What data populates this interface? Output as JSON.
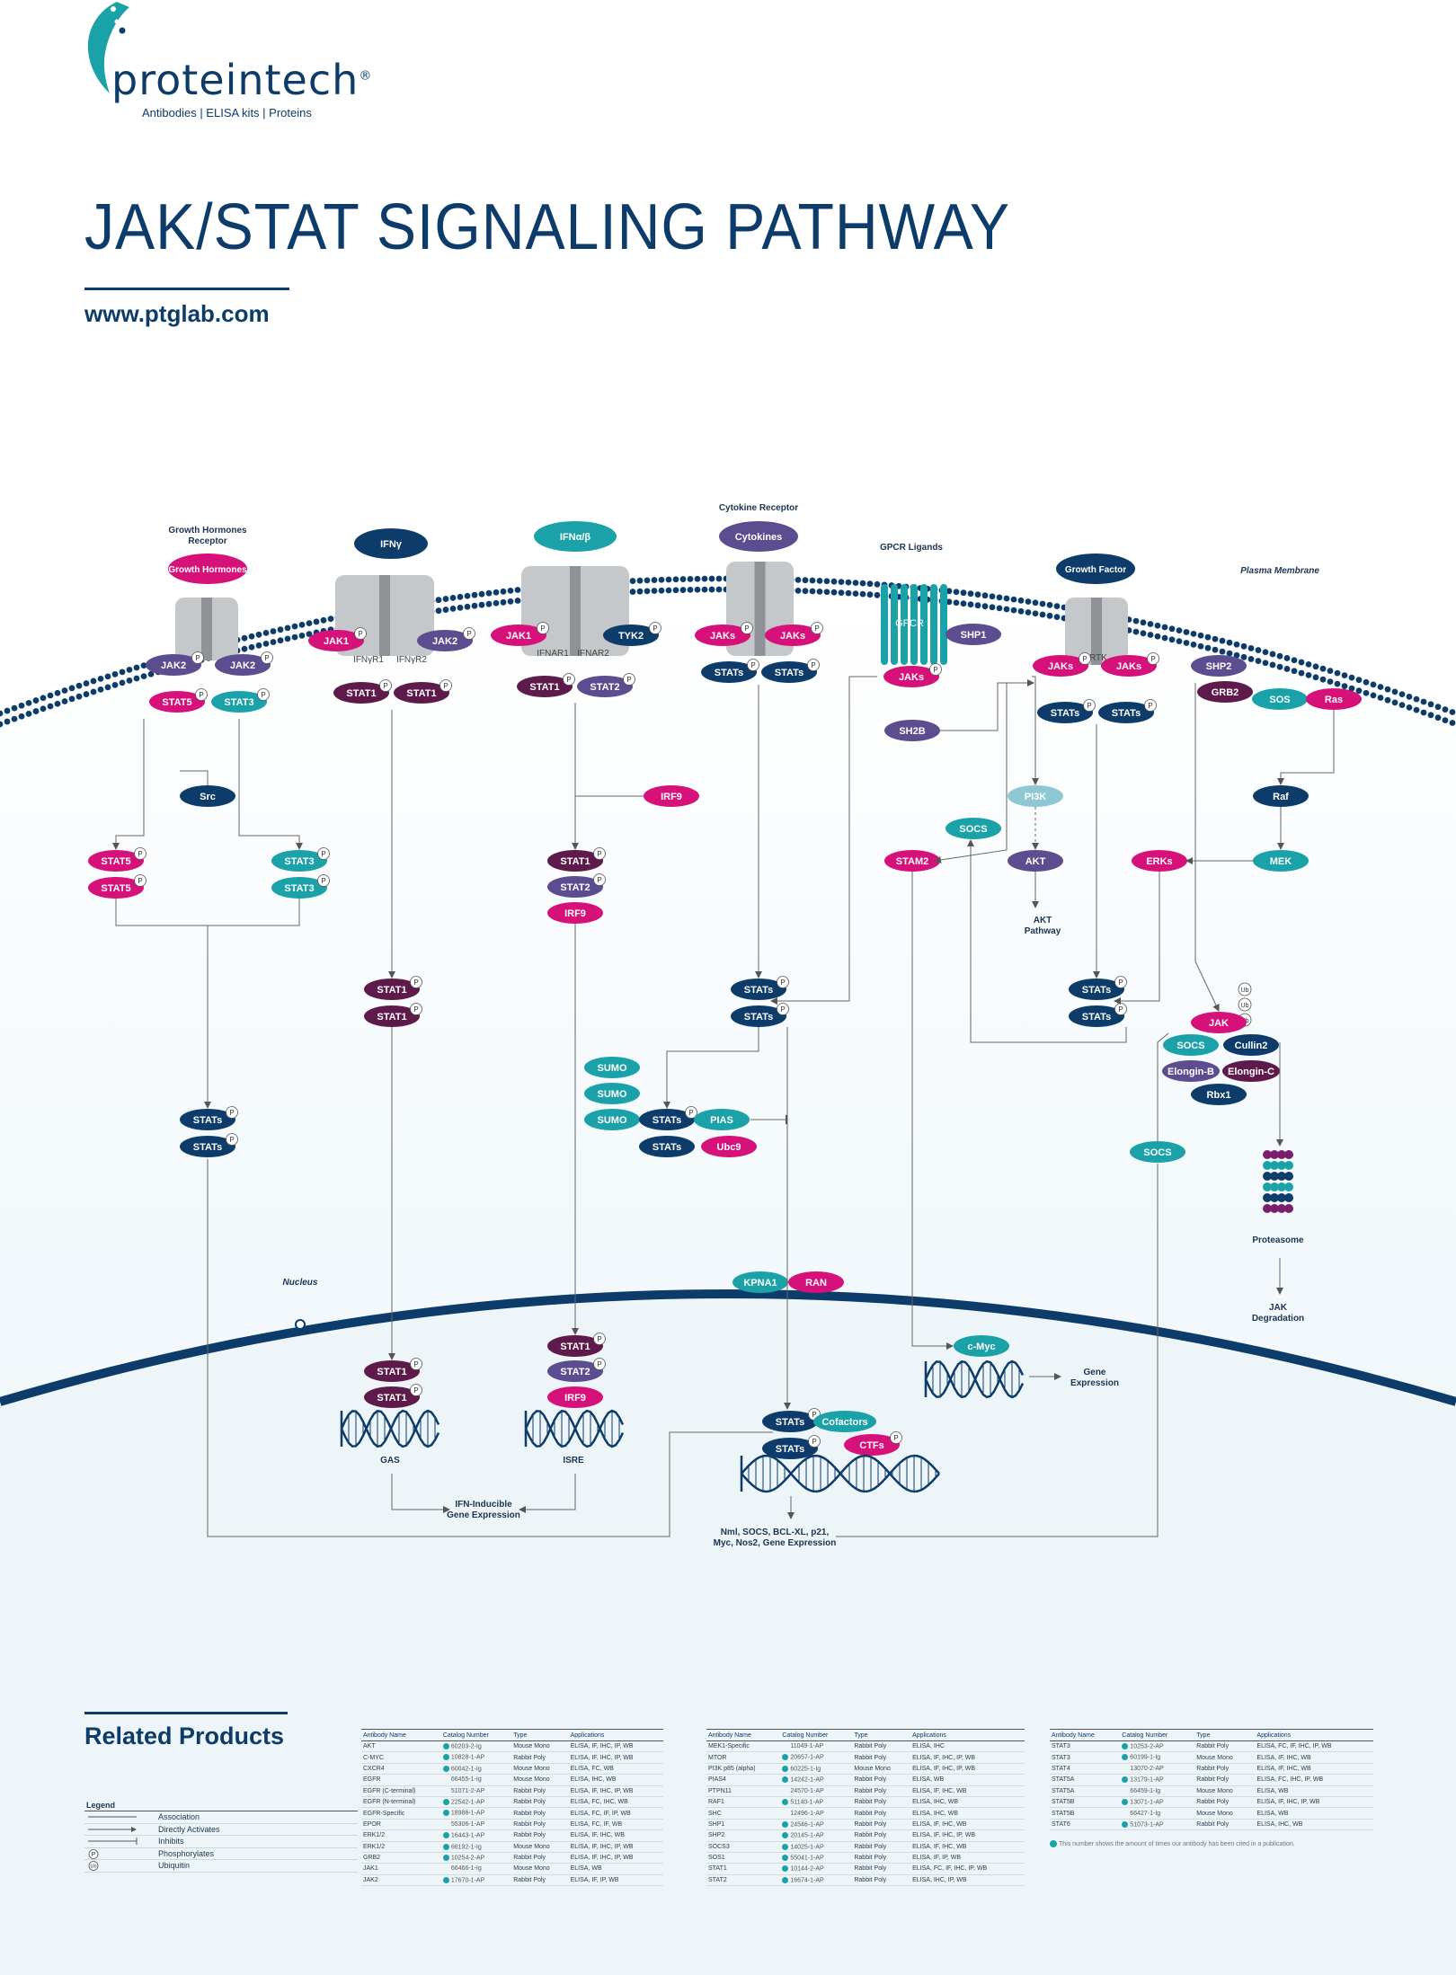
{
  "logo": {
    "wordmark": "proteintech",
    "registered": "®",
    "tagline": "Antibodies  |  ELISA kits  |  Proteins"
  },
  "title": "JAK/STAT SIGNALING PATHWAY",
  "url": "www.ptglab.com",
  "colors": {
    "navy": "#0d3c6b",
    "magenta": "#d6117a",
    "teal": "#1aa2a8",
    "purple": "#5b4d8f",
    "plum": "#5e1a4a",
    "grey": "#b9bcbe"
  },
  "diagram": {
    "labels": {
      "gh_receptor": "Growth Hormones Receptor",
      "cytokine_receptor": "Cytokine Receptor",
      "gpcr_ligands": "GPCR Ligands",
      "plasma_membrane": "Plasma Membrane",
      "nucleus": "Nucleus",
      "proteasome": "Proteasome",
      "jak_degradation": "JAK Degradation",
      "akt_pathway": "AKT Pathway",
      "gene_expression": "Gene Expression",
      "ifn_inducible": "IFN-Inducible Gene Expression",
      "final_expression": "Nml, SOCS, BCL-XL, p21, Myc, Nos2, Gene Expression",
      "gas": "GAS",
      "isre": "ISRE",
      "gpcr": "GPCR",
      "rtk": "RTK",
      "ifngr1": "IFNγR1",
      "ifngr2": "IFNγR2",
      "ifnar1": "IFNAR1",
      "ifnar2": "IFNAR2",
      "p": "P",
      "ub": "Ub"
    },
    "ligands": {
      "growth_hormones": "Growth Hormones",
      "ifng": "IFNγ",
      "ifnab": "IFNα/β",
      "cytokines": "Cytokines",
      "growth_factor": "Growth Factor"
    },
    "nodes": {
      "jak2": "JAK2",
      "jak1": "JAK1",
      "tyk2": "TYK2",
      "jaks": "JAKs",
      "jak": "JAK",
      "stat5": "STAT5",
      "stat3": "STAT3",
      "stat1": "STAT1",
      "stat2": "STAT2",
      "stats": "STATs",
      "src": "Src",
      "irf9": "IRF9",
      "shp1": "SHP1",
      "shp2": "SHP2",
      "grb2": "GRB2",
      "sos": "SOS",
      "ras": "Ras",
      "raf": "Raf",
      "mek": "MEK",
      "erks": "ERKs",
      "pi3k": "PI3K",
      "akt": "AKT",
      "socs": "SOCS",
      "sh2b": "SH2B",
      "stam2": "STAM2",
      "sumo": "SUMO",
      "pias": "PIAS",
      "ubc9": "Ubc9",
      "cullin2": "Cullin2",
      "elongin_b": "Elongin-B",
      "elongin_c": "Elongin-C",
      "rbx1": "Rbx1",
      "kpna1": "KPNA1",
      "ran": "RAN",
      "cmyc": "c-Myc",
      "cofactors": "Cofactors",
      "ctfs": "CTFs"
    }
  },
  "related": {
    "title": "Related Products",
    "headers": [
      "Antibody Name",
      "Catalog Number",
      "Type",
      "Applications"
    ],
    "note": "This number shows the amount of times our antibody has been cited in a publication.",
    "tables": [
      [
        [
          "AKT",
          "60203-2-Ig",
          "Mouse Mono",
          "ELISA, IF, IHC, IP, WB"
        ],
        [
          "C-MYC",
          "10828-1-AP",
          "Rabbit Poly",
          "ELISA, IF, IHC, IP, WB"
        ],
        [
          "CXCR4",
          "60042-1-Ig",
          "Mouse Mono",
          "ELISA, FC, WB"
        ],
        [
          "EGFR",
          "66455-1-Ig",
          "Mouse Mono",
          "ELISA, IHC, WB"
        ],
        [
          "EGFR (C-terminal)",
          "51071-2-AP",
          "Rabbit Poly",
          "ELISA, IF, IHC, IP, WB"
        ],
        [
          "EGFR (N-terminal)",
          "22542-1-AP",
          "Rabbit Poly",
          "ELISA, FC, IHC, WB"
        ],
        [
          "EGFR-Specific",
          "18986-1-AP",
          "Rabbit Poly",
          "ELISA, FC, IF, IP, WB"
        ],
        [
          "EPOR",
          "55306-1-AP",
          "Rabbit Poly",
          "ELISA, FC, IF, WB"
        ],
        [
          "ERK1/2",
          "16443-1-AP",
          "Rabbit Poly",
          "ELISA, IF, IHC, WB"
        ],
        [
          "ERK1/2",
          "66192-1-Ig",
          "Mouse Mono",
          "ELISA, IF, IHC, IP, WB"
        ],
        [
          "GRB2",
          "10254-2-AP",
          "Rabbit Poly",
          "ELISA, IF, IHC, IP, WB"
        ],
        [
          "JAK1",
          "66466-1-Ig",
          "Mouse Mono",
          "ELISA, WB"
        ],
        [
          "JAK2",
          "17670-1-AP",
          "Rabbit Poly",
          "ELISA, IF, IP, WB"
        ]
      ],
      [
        [
          "MEK1-Specific",
          "11049-1-AP",
          "Rabbit Poly",
          "ELISA, IHC"
        ],
        [
          "MTOR",
          "20657-1-AP",
          "Rabbit Poly",
          "ELISA, IF, IHC, IP, WB"
        ],
        [
          "PI3K p85 (alpha)",
          "60225-1-Ig",
          "Mouse Mono",
          "ELISA, IF, IHC, IP, WB"
        ],
        [
          "PIAS4",
          "14242-1-AP",
          "Rabbit Poly",
          "ELISA, WB"
        ],
        [
          "PTPN11",
          "24570-1-AP",
          "Rabbit Poly",
          "ELISA, IF, IHC, WB"
        ],
        [
          "RAF1",
          "51140-1-AP",
          "Rabbit Poly",
          "ELISA, IHC, WB"
        ],
        [
          "SHC",
          "12496-1-AP",
          "Rabbit Poly",
          "ELISA, IHC, WB"
        ],
        [
          "SHP1",
          "24546-1-AP",
          "Rabbit Poly",
          "ELISA, IF, IHC, WB"
        ],
        [
          "SHP2",
          "20145-1-AP",
          "Rabbit Poly",
          "ELISA, IF, IHC, IP, WB"
        ],
        [
          "SOCS3",
          "14025-1-AP",
          "Rabbit Poly",
          "ELISA, IF, IHC, WB"
        ],
        [
          "SOS1",
          "55041-1-AP",
          "Rabbit Poly",
          "ELISA, IF, IP, WB"
        ],
        [
          "STAT1",
          "10144-2-AP",
          "Rabbit Poly",
          "ELISA, FC, IF, IHC, IP, WB"
        ],
        [
          "STAT2",
          "16674-1-AP",
          "Rabbit Poly",
          "ELISA, IHC, IP, WB"
        ]
      ],
      [
        [
          "STAT3",
          "10253-2-AP",
          "Rabbit Poly",
          "ELISA, FC, IF, IHC, IP, WB"
        ],
        [
          "STAT3",
          "60199-1-Ig",
          "Mouse Mono",
          "ELISA, IF, IHC, WB"
        ],
        [
          "STAT4",
          "13070-2-AP",
          "Rabbit Poly",
          "ELISA, IF, IHC, WB"
        ],
        [
          "STAT5A",
          "13179-1-AP",
          "Rabbit Poly",
          "ELISA, FC, IHC, IP, WB"
        ],
        [
          "STAT5A",
          "66459-1-Ig",
          "Mouse Mono",
          "ELISA, WB"
        ],
        [
          "STAT5B",
          "13071-1-AP",
          "Rabbit Poly",
          "ELISA, IF, IHC, IP, WB"
        ],
        [
          "STAT5B",
          "66427-1-Ig",
          "Mouse Mono",
          "ELISA, WB"
        ],
        [
          "STAT6",
          "51073-1-AP",
          "Rabbit Poly",
          "ELISA, IHC, WB"
        ]
      ]
    ],
    "badges": [
      [
        true,
        true,
        true,
        false,
        false,
        true,
        true,
        false,
        true,
        true,
        true,
        false,
        true
      ],
      [
        false,
        true,
        true,
        true,
        false,
        true,
        false,
        true,
        true,
        true,
        true,
        true,
        true
      ],
      [
        true,
        true,
        false,
        true,
        false,
        true,
        false,
        true
      ]
    ]
  },
  "legend": {
    "title": "Legend",
    "items": [
      {
        "kind": "assoc",
        "label": "Association"
      },
      {
        "kind": "activate",
        "label": "Directly Activates"
      },
      {
        "kind": "inhibit",
        "label": "Inhibits"
      },
      {
        "kind": "phos",
        "label": "Phosphorylates"
      },
      {
        "kind": "ubiq",
        "label": "Ubiquitin"
      }
    ]
  }
}
